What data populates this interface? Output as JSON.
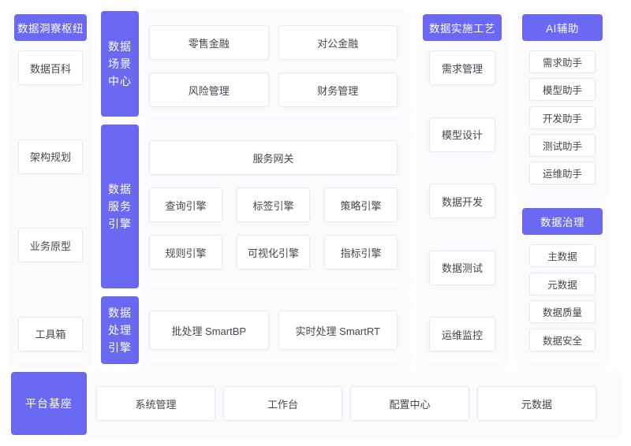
{
  "palette": {
    "accent": "#6b68f2",
    "panel_bg": "#fbfbfe",
    "card_border": "#e8e8f1",
    "text": "#45454f"
  },
  "insight_hub": {
    "title": "数据洞察枢纽",
    "items": [
      "数据百科",
      "架构规划",
      "业务原型",
      "工具箱"
    ]
  },
  "scene_center": {
    "title": "数据场景中心",
    "title_lines": [
      "数据",
      "场景",
      "中心"
    ],
    "items": [
      "零售金融",
      "对公金融",
      "风险管理",
      "财务管理"
    ]
  },
  "service_engine": {
    "title": "数据服务引擎",
    "title_lines": [
      "数据",
      "服务",
      "引擎"
    ],
    "gateway": "服务网关",
    "items": [
      "查询引擎",
      "标签引擎",
      "策略引擎",
      "规则引擎",
      "可视化引擎",
      "指标引擎"
    ]
  },
  "processing_engine": {
    "title": "数据处理引擎",
    "title_lines": [
      "数据",
      "处理",
      "引擎"
    ],
    "items": [
      "批处理 SmartBP",
      "实时处理 SmartRT"
    ]
  },
  "implementation": {
    "title": "数据实施工艺",
    "items": [
      "需求管理",
      "模型设计",
      "数据开发",
      "数据测试",
      "运维监控"
    ]
  },
  "ai_assist": {
    "title": "AI辅助",
    "items": [
      "需求助手",
      "模型助手",
      "开发助手",
      "测试助手",
      "运维助手"
    ]
  },
  "governance": {
    "title": "数据治理",
    "items": [
      "主数据",
      "元数据",
      "数据质量",
      "数据安全"
    ]
  },
  "platform_base": {
    "title": "平台基座",
    "items": [
      "系统管理",
      "工作台",
      "配置中心",
      "元数据"
    ]
  }
}
